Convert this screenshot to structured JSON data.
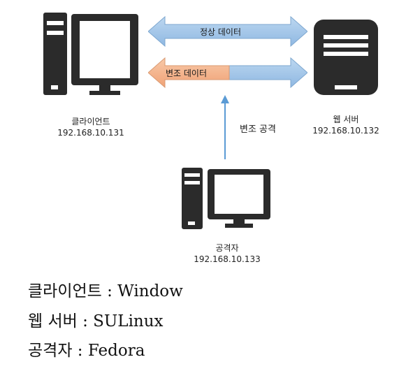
{
  "client": {
    "name": "클라이언트",
    "ip": "192.168.10.131"
  },
  "server": {
    "name": "웹 서버",
    "ip": "192.168.10.132"
  },
  "attacker": {
    "name": "공격자",
    "ip": "192.168.10.133"
  },
  "arrows": {
    "normal_label": "정상 데이터",
    "forged_label": "변조 데이터",
    "attack_label": "변조 공격"
  },
  "colors": {
    "normal_blue": "#9cc3e6",
    "forged_orange": "#f4b183",
    "attack_line": "#5b9bd5",
    "device_dark": "#2b2b2b"
  },
  "info": {
    "client_line": "클라이언트 : Window",
    "server_line": "웹 서버 : SULinux",
    "attacker_line": "공격자 : Fedora"
  }
}
